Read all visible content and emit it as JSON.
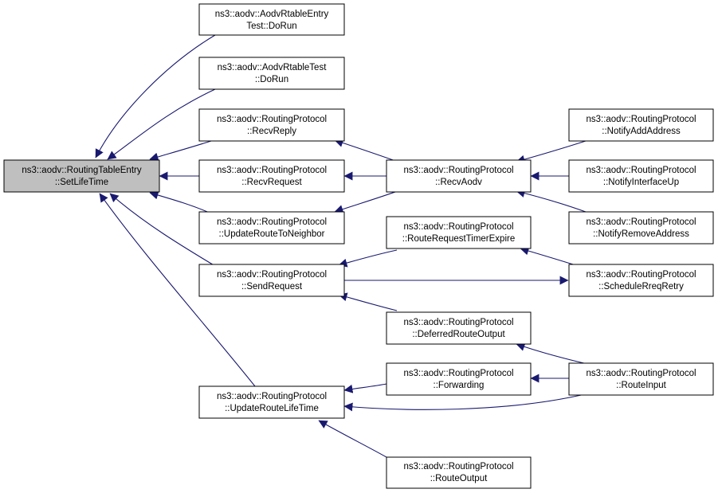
{
  "colors": {
    "edge": "#191970",
    "node_border": "#000000",
    "node_fill": "#ffffff",
    "root_fill": "#bfbfbf"
  },
  "nodes": {
    "root": {
      "line1": "ns3::aodv::RoutingTableEntry",
      "line2": "::SetLifeTime"
    },
    "entry_test": {
      "line1": "ns3::aodv::AodvRtableEntry",
      "line2": "Test::DoRun"
    },
    "rtable_test": {
      "line1": "ns3::aodv::AodvRtableTest",
      "line2": "::DoRun"
    },
    "recv_reply": {
      "line1": "ns3::aodv::RoutingProtocol",
      "line2": "::RecvReply"
    },
    "recv_request": {
      "line1": "ns3::aodv::RoutingProtocol",
      "line2": "::RecvRequest"
    },
    "update_neighbor": {
      "line1": "ns3::aodv::RoutingProtocol",
      "line2": "::UpdateRouteToNeighbor"
    },
    "send_request": {
      "line1": "ns3::aodv::RoutingProtocol",
      "line2": "::SendRequest"
    },
    "update_lifetime": {
      "line1": "ns3::aodv::RoutingProtocol",
      "line2": "::UpdateRouteLifeTime"
    },
    "recv_aodv": {
      "line1": "ns3::aodv::RoutingProtocol",
      "line2": "::RecvAodv"
    },
    "rreq_timer": {
      "line1": "ns3::aodv::RoutingProtocol",
      "line2": "::RouteRequestTimerExpire"
    },
    "deferred": {
      "line1": "ns3::aodv::RoutingProtocol",
      "line2": "::DeferredRouteOutput"
    },
    "forwarding": {
      "line1": "ns3::aodv::RoutingProtocol",
      "line2": "::Forwarding"
    },
    "route_output": {
      "line1": "ns3::aodv::RoutingProtocol",
      "line2": "::RouteOutput"
    },
    "notify_add": {
      "line1": "ns3::aodv::RoutingProtocol",
      "line2": "::NotifyAddAddress"
    },
    "notify_up": {
      "line1": "ns3::aodv::RoutingProtocol",
      "line2": "::NotifyInterfaceUp"
    },
    "notify_remove": {
      "line1": "ns3::aodv::RoutingProtocol",
      "line2": "::NotifyRemoveAddress"
    },
    "schedule_retry": {
      "line1": "ns3::aodv::RoutingProtocol",
      "line2": "::ScheduleRreqRetry"
    },
    "route_input": {
      "line1": "ns3::aodv::RoutingProtocol",
      "line2": "::RouteInput"
    }
  },
  "edges": [
    {
      "from": "entry_test",
      "to": "root"
    },
    {
      "from": "rtable_test",
      "to": "root"
    },
    {
      "from": "recv_reply",
      "to": "root"
    },
    {
      "from": "recv_request",
      "to": "root"
    },
    {
      "from": "update_neighbor",
      "to": "root"
    },
    {
      "from": "send_request",
      "to": "root"
    },
    {
      "from": "update_lifetime",
      "to": "root"
    },
    {
      "from": "recv_aodv",
      "to": "recv_reply"
    },
    {
      "from": "recv_aodv",
      "to": "recv_request"
    },
    {
      "from": "recv_aodv",
      "to": "update_neighbor"
    },
    {
      "from": "notify_add",
      "to": "recv_aodv"
    },
    {
      "from": "notify_up",
      "to": "recv_aodv"
    },
    {
      "from": "notify_remove",
      "to": "recv_aodv"
    },
    {
      "from": "rreq_timer",
      "to": "send_request"
    },
    {
      "from": "send_request",
      "to": "schedule_retry"
    },
    {
      "from": "deferred",
      "to": "send_request"
    },
    {
      "from": "schedule_retry",
      "to": "rreq_timer"
    },
    {
      "from": "route_input",
      "to": "deferred"
    },
    {
      "from": "forwarding",
      "to": "update_lifetime"
    },
    {
      "from": "route_input",
      "to": "update_lifetime"
    },
    {
      "from": "route_output",
      "to": "update_lifetime"
    },
    {
      "from": "route_input",
      "to": "forwarding"
    }
  ]
}
